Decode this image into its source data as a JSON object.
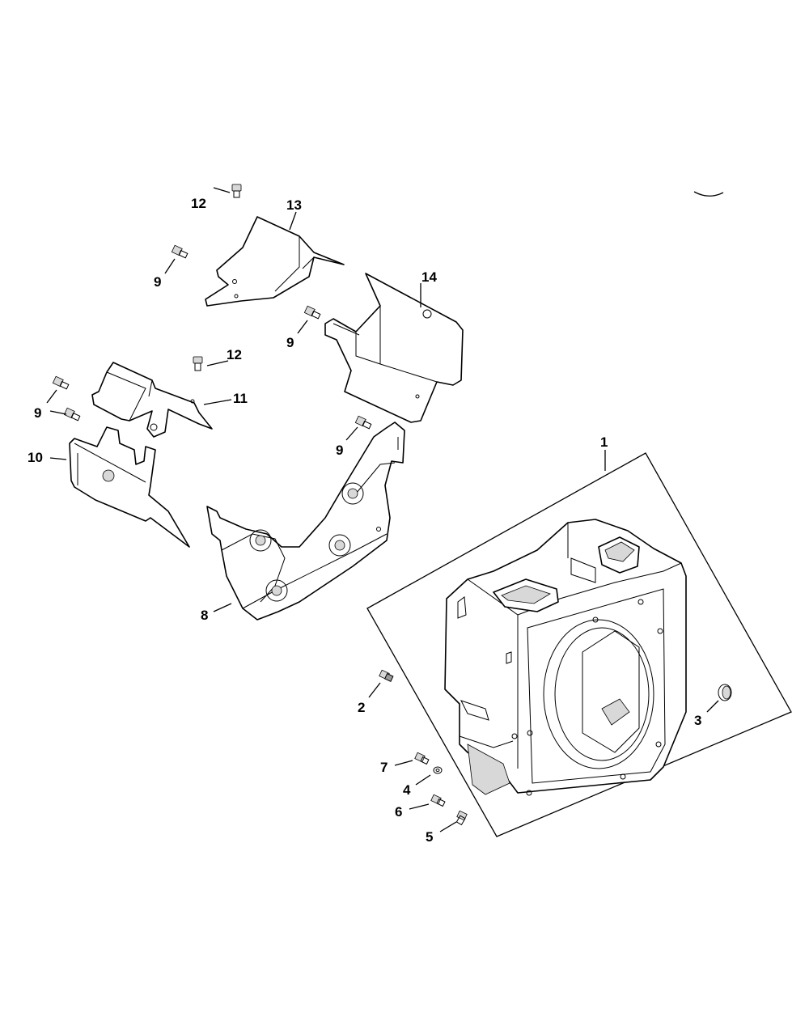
{
  "callouts": [
    {
      "id": "c1",
      "label": "1"
    },
    {
      "id": "c2",
      "label": "2"
    },
    {
      "id": "c3",
      "label": "3"
    },
    {
      "id": "c4",
      "label": "4"
    },
    {
      "id": "c5",
      "label": "5"
    },
    {
      "id": "c6",
      "label": "6"
    },
    {
      "id": "c7",
      "label": "7"
    },
    {
      "id": "c8",
      "label": "8"
    },
    {
      "id": "c9a",
      "label": "9"
    },
    {
      "id": "c9b",
      "label": "9"
    },
    {
      "id": "c9c",
      "label": "9"
    },
    {
      "id": "c9d",
      "label": "9"
    },
    {
      "id": "c10",
      "label": "10"
    },
    {
      "id": "c11",
      "label": "11"
    },
    {
      "id": "c12a",
      "label": "12"
    },
    {
      "id": "c12b",
      "label": "12"
    },
    {
      "id": "c13",
      "label": "13"
    },
    {
      "id": "c14",
      "label": "14"
    }
  ]
}
